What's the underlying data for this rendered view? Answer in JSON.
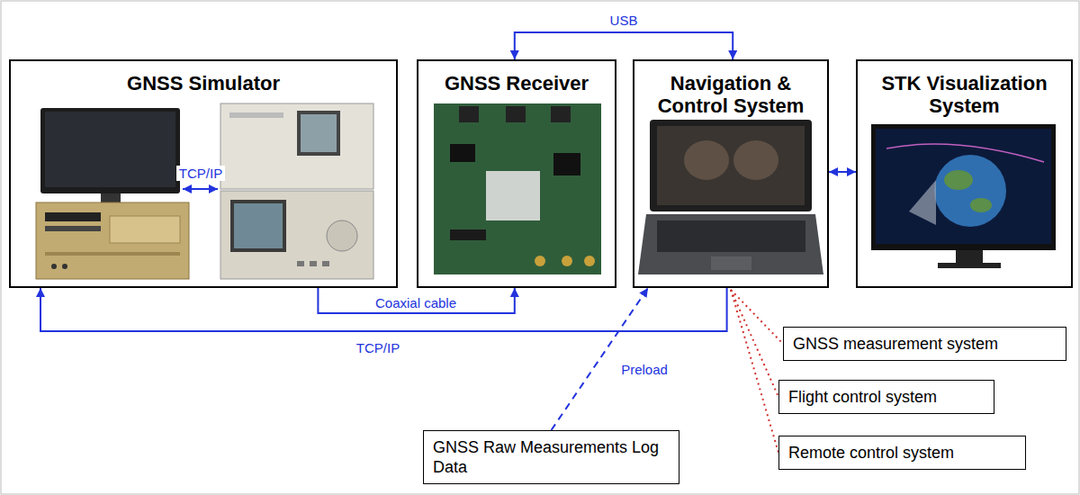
{
  "diagram": {
    "nodes": [
      {
        "text": [
          "GNSS Simulator"
        ]
      },
      {
        "text": [
          "GNSS Receiver"
        ]
      },
      {
        "text": [
          "Navigation & Control System"
        ]
      },
      {
        "text": [
          "STK Visualization System"
        ]
      },
      {
        "text": [
          "GNSS Raw Measurements Log Data"
        ]
      },
      {
        "text": [
          "GNSS measurement system"
        ]
      },
      {
        "text": [
          "Flight control system"
        ]
      },
      {
        "text": [
          "Remote control system"
        ]
      }
    ],
    "edges": [
      {
        "from": 1,
        "to": 2,
        "arrow": "both",
        "label": "USB"
      },
      {
        "from": 0,
        "to": 1,
        "arrow": "to",
        "label": "Coaxial cable"
      },
      {
        "from": 2,
        "to": 0,
        "arrow": "to",
        "label": "TCP/IP"
      },
      {
        "from": 2,
        "to": 3,
        "arrow": "both"
      },
      {
        "from": 4,
        "to": 2,
        "arrow": "to",
        "label": "Preload"
      },
      {
        "from": 2,
        "to": 5,
        "arrow": "none"
      },
      {
        "from": 2,
        "to": 6,
        "arrow": "none"
      },
      {
        "from": 2,
        "to": 7,
        "arrow": "none"
      }
    ],
    "labels": [
      "TCP/IP"
    ]
  }
}
